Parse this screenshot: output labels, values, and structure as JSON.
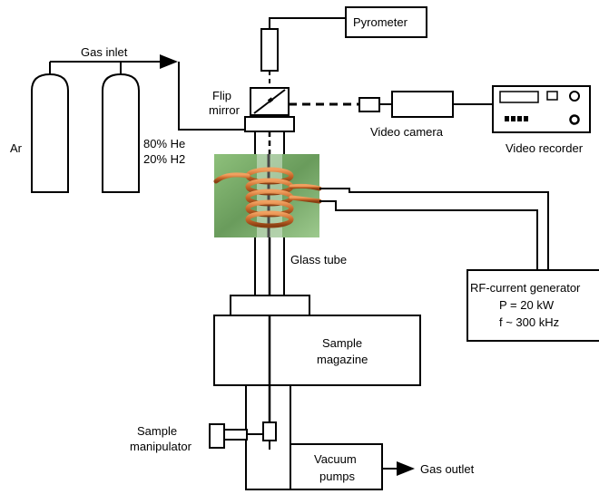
{
  "labels": {
    "gas_inlet": "Gas inlet",
    "pyrometer": "Pyrometer",
    "flip_mirror_line1": "Flip",
    "flip_mirror_line2": "mirror",
    "ar": "Ar",
    "he_line1": "80% He",
    "he_line2": "20% H2",
    "video_camera": "Video camera",
    "video_recorder": "Video recorder",
    "glass_tube": "Glass tube",
    "rf_line1": "RF-current generator",
    "rf_line2": "P = 20 kW",
    "rf_line3": "f ~ 300 kHz",
    "sample_magazine_line1": "Sample",
    "sample_magazine_line2": "magazine",
    "sample_manipulator_line1": "Sample",
    "sample_manipulator_line2": "manipulator",
    "vacuum_pumps_line1": "Vacuum",
    "vacuum_pumps_line2": "pumps",
    "gas_outlet": "Gas outlet"
  },
  "colors": {
    "line": "#000000",
    "coil_copper": "#c8692a",
    "coil_background": "#5f9a4a"
  }
}
